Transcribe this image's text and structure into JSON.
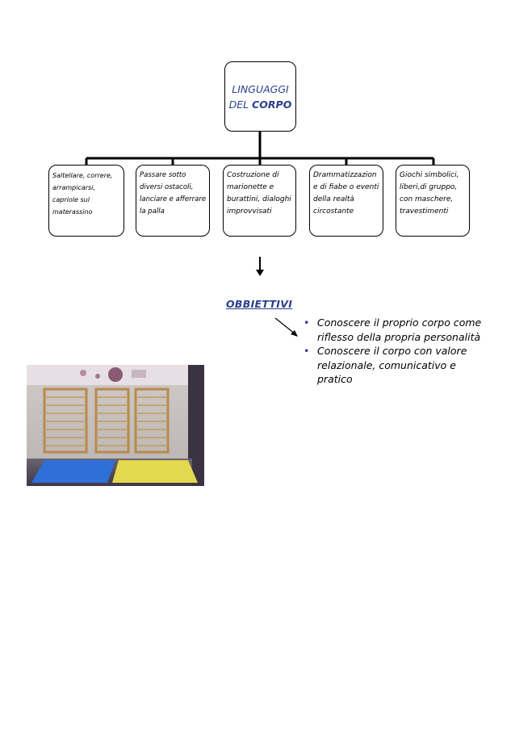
{
  "root": {
    "line1": "LINGUAGGI",
    "line2a": "DEL ",
    "line2b": "CORPO"
  },
  "activities": [
    "Saltellare, correre, arrampicarsi, capriole sul materassino",
    "Passare sotto diversi ostacoli, lanciare e afferrare la palla",
    "Costruzione di marionette e burattini, dialoghi improvvisati",
    "Drammatizzazion e di fiabe o eventi della realtà circostante",
    "Giochi simbolici, liberi,di gruppo, con maschere, travestimenti"
  ],
  "objectives": {
    "title": "OBBIETTIVI",
    "items": [
      "Conoscere il proprio corpo come riflesso della propria personalità",
      "Conoscere il corpo con valore relazionale, comunicativo e pratico"
    ]
  },
  "colors": {
    "accent_text": "#2a3f8c",
    "mat_blue": "#2f6fd8",
    "mat_yellow": "#e4d84f"
  }
}
